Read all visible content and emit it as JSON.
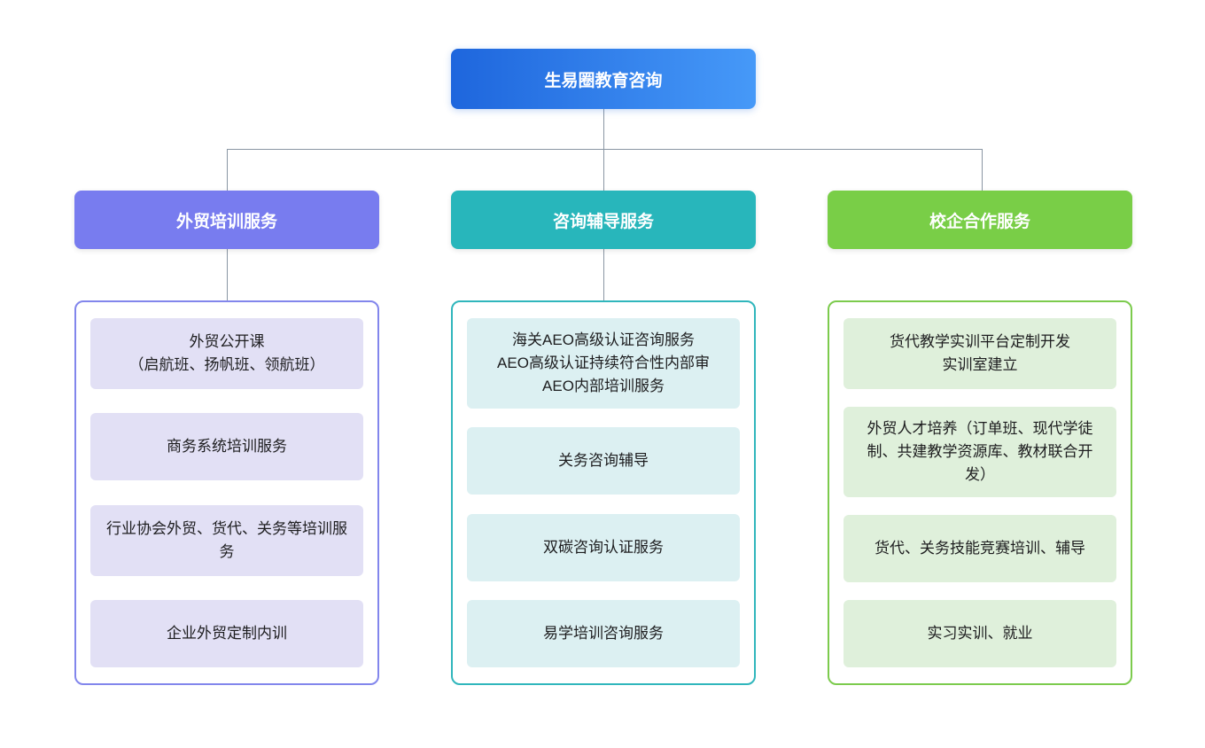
{
  "root_node": {
    "label": "生易圈教育咨询"
  },
  "branches": [
    {
      "label": "外贸培训服务",
      "items": [
        "外贸公开课\n（启航班、扬帆班、领航班）",
        "商务系统培训服务",
        "行业协会外贸、货代、关务等培训服务",
        "企业外贸定制内训"
      ]
    },
    {
      "label": "咨询辅导服务",
      "items": [
        "海关AEO高级认证咨询服务\nAEO高级认证持续符合性内部审\nAEO内部培训服务",
        "关务咨询辅导",
        "双碳咨询认证服务",
        "易学培训咨询服务"
      ]
    },
    {
      "label": "校企合作服务",
      "items": [
        "货代教学实训平台定制开发\n实训室建立",
        "外贸人才培养（订单班、现代学徒制、共建教学资源库、教材联合开发）",
        "货代、关务技能竞赛培训、辅导",
        "实习实训、就业"
      ]
    }
  ],
  "colors": {
    "canvas_bg": "#ffffff",
    "connector": "#8a96a3",
    "root_gradient_start": "#1e66dd",
    "root_gradient_end": "#4699f8",
    "branch1_accent": "#787cef",
    "branch1_border": "#8286ec",
    "branch1_item_bg": "#e2e0f5",
    "branch2_accent": "#28b6bb",
    "branch2_border": "#30b6bc",
    "branch2_item_bg": "#dcf0f2",
    "branch3_accent": "#79ce47",
    "branch3_border": "#7ccb4d",
    "branch3_item_bg": "#dff0db",
    "node_text": "#1d1d1f"
  }
}
